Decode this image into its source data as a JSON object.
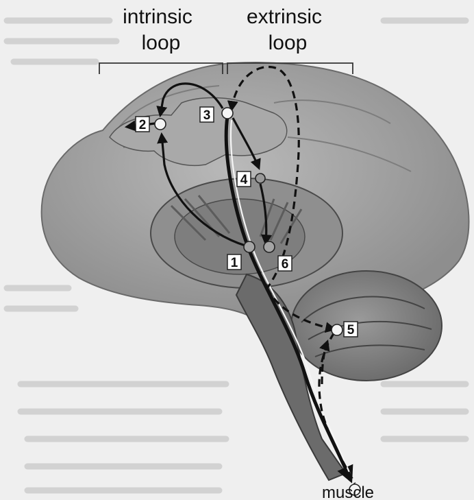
{
  "labels": {
    "intrinsic_line1": "intrinsic",
    "intrinsic_line2": "loop",
    "extrinsic_line1": "extrinsic",
    "extrinsic_line2": "loop",
    "muscle": "muscle"
  },
  "nodes": [
    {
      "id": "1",
      "label": "1"
    },
    {
      "id": "2",
      "label": "2"
    },
    {
      "id": "3",
      "label": "3"
    },
    {
      "id": "4",
      "label": "4"
    },
    {
      "id": "5",
      "label": "5"
    },
    {
      "id": "6",
      "label": "6"
    }
  ]
}
